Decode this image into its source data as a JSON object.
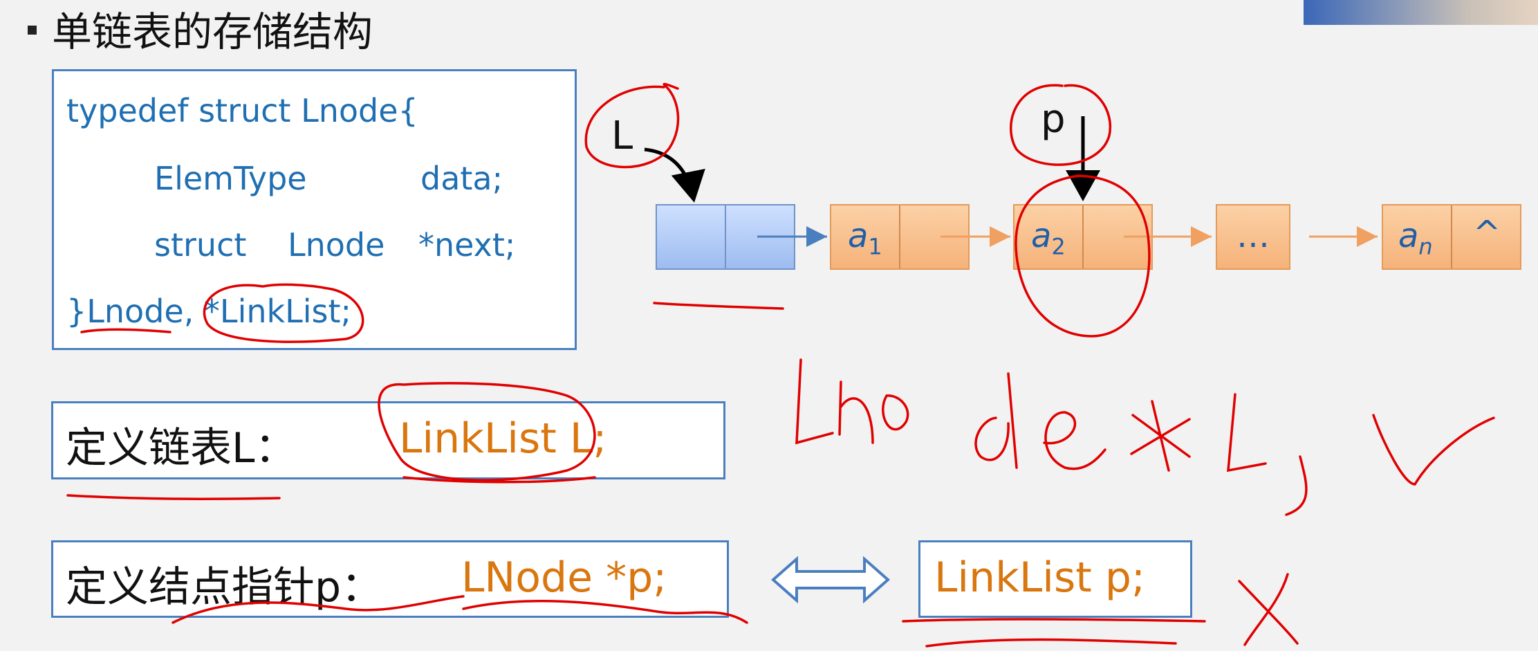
{
  "slide": {
    "title": "单链表的存储结构"
  },
  "code": {
    "line1": "typedef  struct  Lnode{",
    "line2_type": "ElemType",
    "line2_field": "data;",
    "line3_kw": "struct",
    "line3_type": "Lnode",
    "line3_field": "*next;",
    "line4": "}Lnode, *LinkList;"
  },
  "definitions": {
    "list": {
      "label": "定义链表L：",
      "code": "LinkList L;"
    },
    "pointer": {
      "label": "定义结点指针p：",
      "code": "LNode *p;",
      "alt_code": "LinkList p;"
    }
  },
  "diagram": {
    "head_pointer": "L",
    "node_pointer": "p",
    "nodes": [
      {
        "base": "a",
        "sub": "1"
      },
      {
        "base": "a",
        "sub": "2"
      },
      {
        "base": "…",
        "sub": ""
      },
      {
        "base": "a",
        "sub": "n"
      }
    ],
    "null_symbol": "^"
  },
  "colors": {
    "code_blue": "#1f6fb2",
    "code_orange": "#d9760e",
    "box_border": "#4a7fbf",
    "annotation_red": "#e00000"
  }
}
